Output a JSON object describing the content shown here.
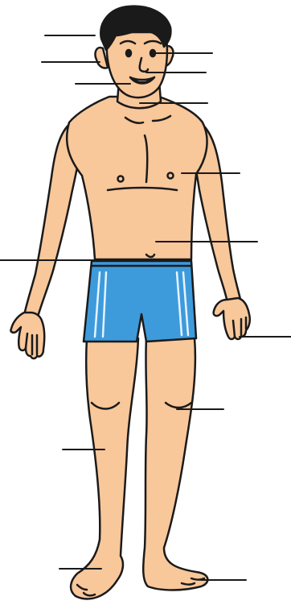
{
  "figure": {
    "subject": "body-parts-labelling-worksheet",
    "colors": {
      "skin": "#f8c79a",
      "skin_shade": "#ecae7e",
      "hair": "#1a1a1a",
      "outline": "#1a1a1a",
      "shorts": "#3d9bdc",
      "shorts_stripe": "#e6f4ff",
      "leader_line": "#1a1a1a",
      "background": "#ffffff"
    }
  },
  "leader_lines": [
    {
      "name": "head-leader-line",
      "target": "head"
    },
    {
      "name": "ear-leader-line",
      "target": "ear"
    },
    {
      "name": "mouth-leader-line",
      "target": "mouth"
    },
    {
      "name": "eye-leader-line",
      "target": "eye"
    },
    {
      "name": "nose-leader-line",
      "target": "nose"
    },
    {
      "name": "neck-leader-line",
      "target": "neck"
    },
    {
      "name": "chest-leader-line",
      "target": "chest"
    },
    {
      "name": "stomach-leader-line",
      "target": "stomach"
    },
    {
      "name": "arm-leader-line",
      "target": "arm"
    },
    {
      "name": "hand-leader-line",
      "target": "hand"
    },
    {
      "name": "knee-leader-line",
      "target": "knee"
    },
    {
      "name": "leg-leader-line",
      "target": "leg"
    },
    {
      "name": "foot-leader-line",
      "target": "foot"
    },
    {
      "name": "toe-leader-line",
      "target": "toe"
    }
  ]
}
